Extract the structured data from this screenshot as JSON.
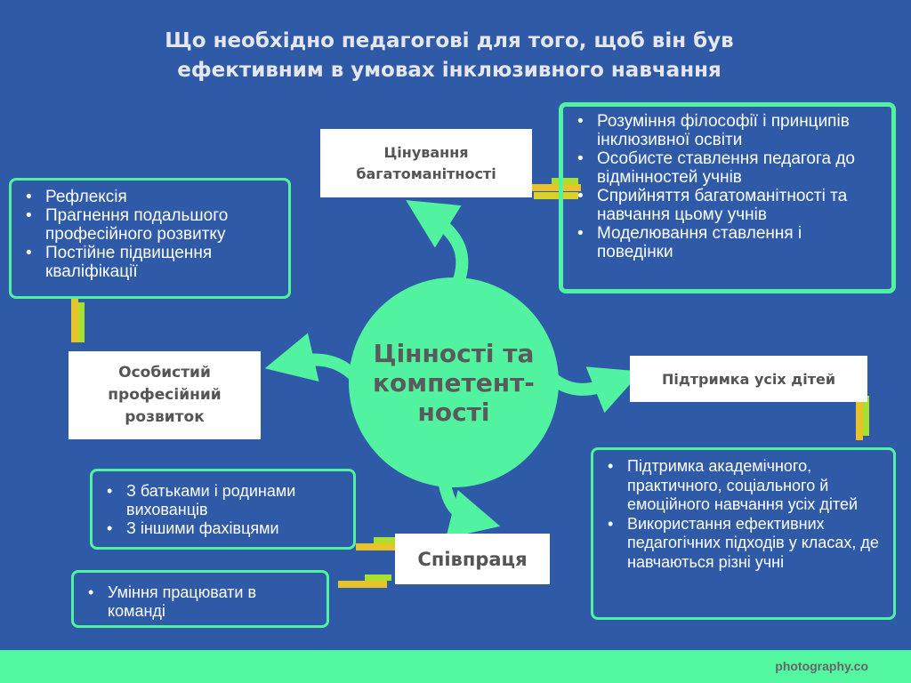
{
  "title": {
    "line1": "Що необхідно педагогові для того, щоб він був",
    "line2": "ефективним в умовах інклюзивного навчання"
  },
  "center": {
    "line1": "Цінності та",
    "line2": "компетент-",
    "line3": "ності"
  },
  "labels": {
    "diversity": "Цінування багатоманітності",
    "development": "Особистий професійний розвиток",
    "support": "Підтримка усіх дітей",
    "cooperation": "Співпраця"
  },
  "boxes": {
    "development": [
      "Рефлексія",
      "Прагнення подальшого професійного розвитку",
      "Постійне підвищення кваліфікації"
    ],
    "diversity": [
      "Розуміння філософії і принципів інклюзивної освіти",
      "Особисте ставлення педагога до відмінностей учнів",
      "Сприйняття багатоманітності та навчання цьому учнів",
      "Моделювання ставлення і поведінки"
    ],
    "cooperation": [
      "З батьками і родинами вихованців",
      "З іншими фахівцями"
    ],
    "teamwork": [
      "Уміння працювати в команді"
    ],
    "support": [
      "Підтримка академічного, практичного, соціального й емоційного навчання усіх дітей",
      "Використання ефективних педагогічних підходів у класах, де навчаються різні учні"
    ]
  },
  "footer": "photography.co",
  "colors": {
    "background": "#2f5aa8",
    "accent": "#52f3a0"
  }
}
